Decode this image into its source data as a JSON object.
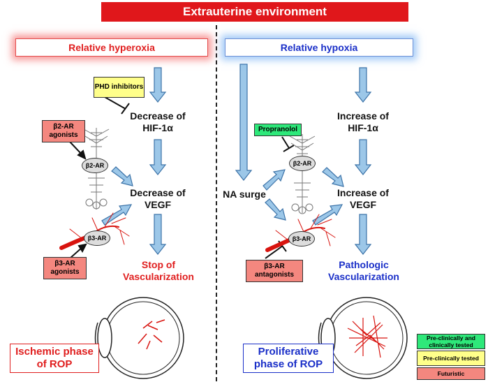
{
  "banner": "Extrauterine environment",
  "left": {
    "header": "Relative hyperoxia",
    "phd_tag": "PHD inhibitors",
    "hif": "Decrease of HIF-1α",
    "vegf": "Decrease of VEGF",
    "beta2_agonists_tag": "β2-AR agonists",
    "beta2_receptor": "β2-AR",
    "beta3_receptor": "β3-AR",
    "beta3_agonists_tag": "β3-AR agonists",
    "outcome": "Stop of Vascularization",
    "phase": "Ischemic phase of ROP"
  },
  "right": {
    "header": "Relative hypoxia",
    "propranolol_tag": "Propranolol",
    "hif": "Increase of HIF-1α",
    "vegf": "Increase of VEGF",
    "na_surge": "NA surge",
    "beta2_receptor": "β2-AR",
    "beta3_receptor": "β3-AR",
    "beta3_antagonists_tag": "β3-AR antagonists",
    "outcome": "Pathologic Vascularization",
    "phase": "Proliferative phase of ROP"
  },
  "legend": [
    {
      "label": "Pre-clinically and clinically tested",
      "color": "#2ee87a"
    },
    {
      "label": "Pre-clinically tested",
      "color": "#ffff8a"
    },
    {
      "label": "Futuristic",
      "color": "#f4877f"
    }
  ],
  "colors": {
    "red": "#e01e1e",
    "blue": "#1a2fc8",
    "arrow_fill": "#9cc7e8",
    "arrow_stroke": "#3c73a8"
  }
}
